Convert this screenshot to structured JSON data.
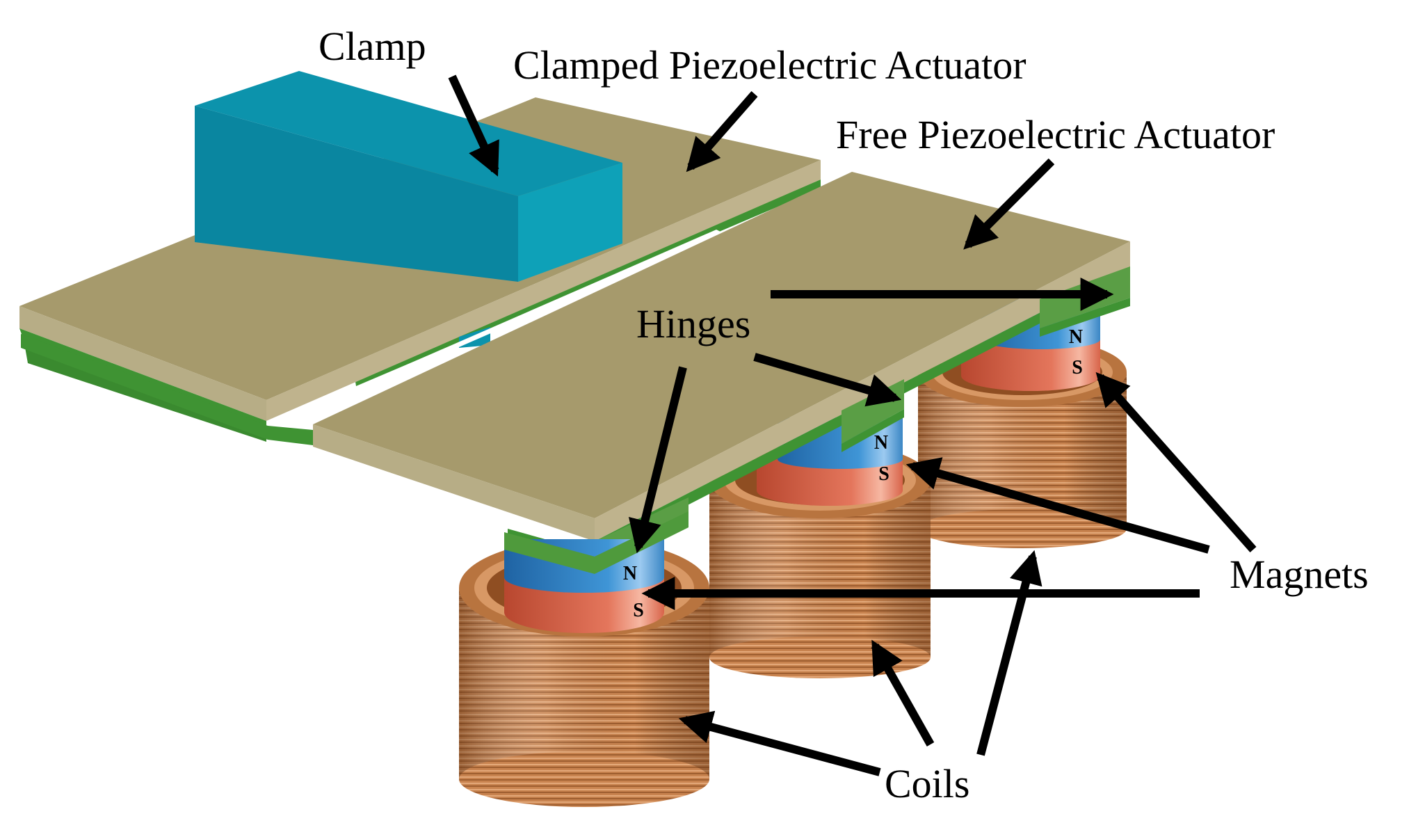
{
  "labels": {
    "clamp": "Clamp",
    "clamped_actuator": "Clamped Piezoelectric Actuator",
    "free_actuator": "Free Piezoelectric Actuator",
    "hinges": "Hinges",
    "magnets": "Magnets",
    "coils": "Coils"
  },
  "poles": {
    "north": "N",
    "south": "S"
  },
  "colors": {
    "piezo_top": "#a69a6c",
    "piezo_edge": "#b7ad86",
    "hinge_green": "#3f9333",
    "clamp_top": "#0c93ac",
    "clamp_front": "#0a8aa2",
    "clamp_side": "#0e9db5",
    "magnet_north": "#3b8fd0",
    "magnet_south": "#e0715a",
    "coil": "#c98552"
  }
}
